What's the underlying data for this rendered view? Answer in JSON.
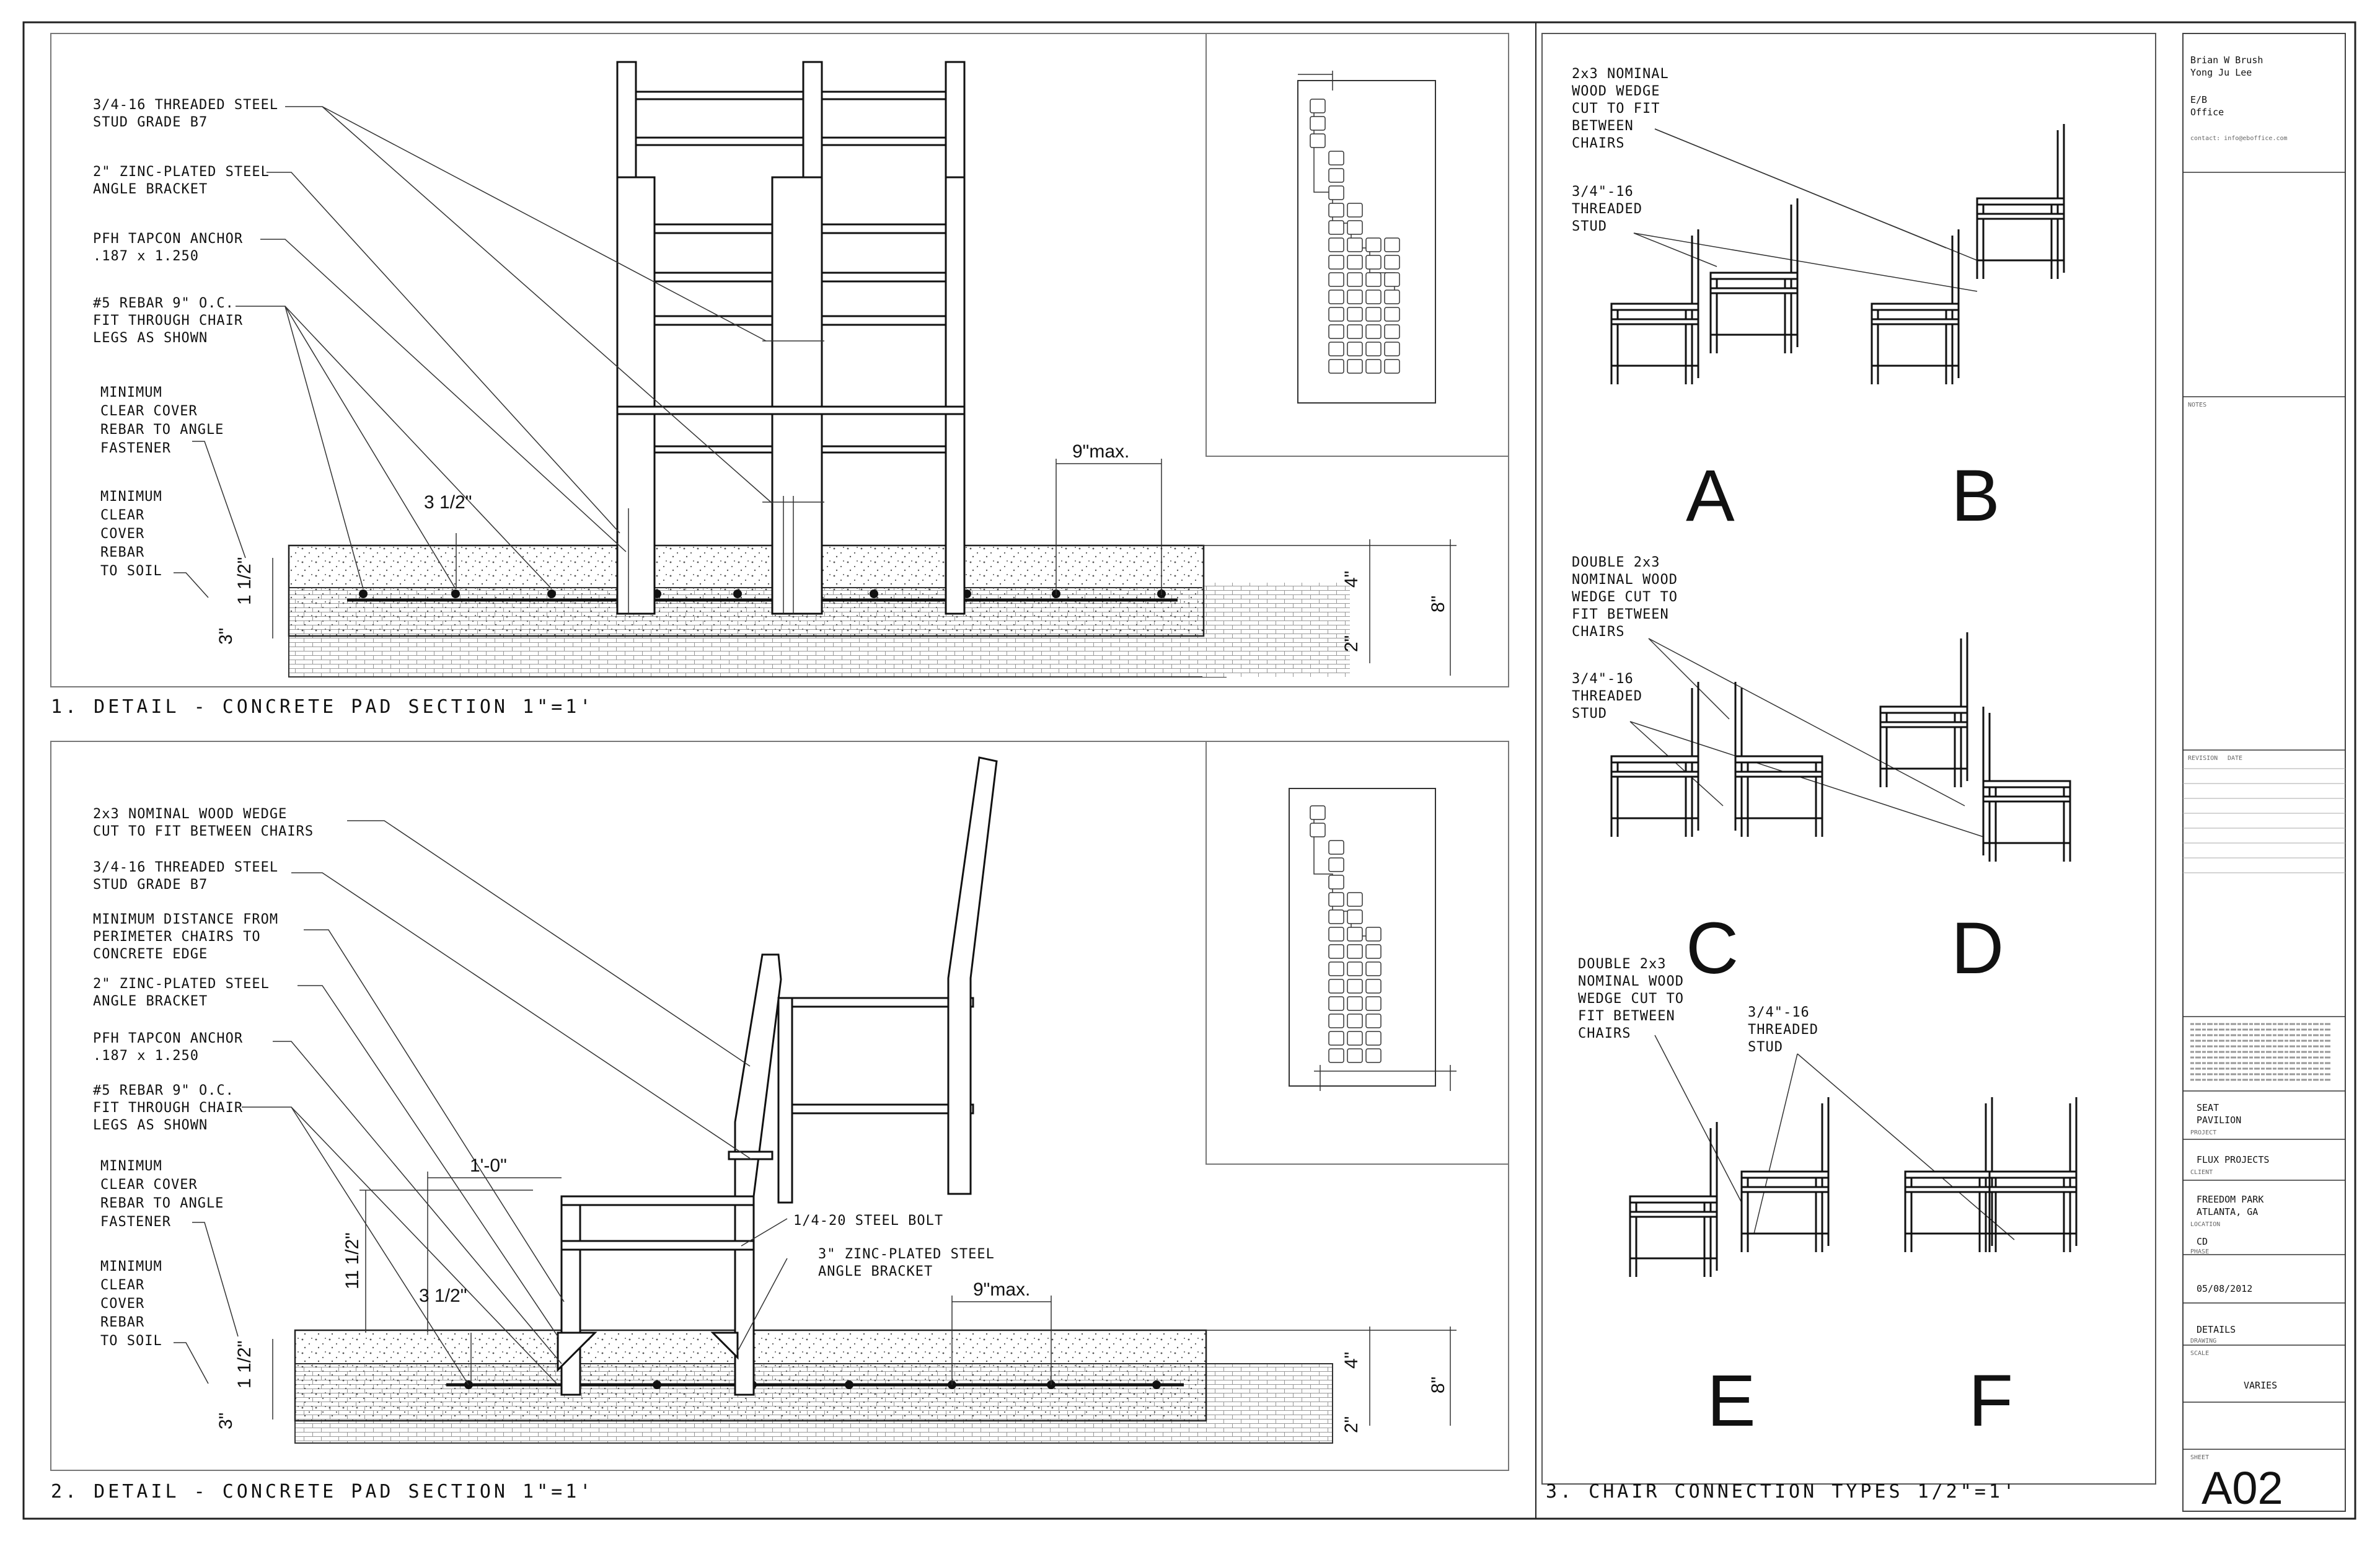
{
  "sheet": {
    "number": "A02",
    "scale_value": "VARIES"
  },
  "title_block": {
    "authors": [
      "Brian W Brush",
      "Yong Ju Lee"
    ],
    "office": [
      "E/B",
      "Office"
    ],
    "contact": "contact: info@eboffice.com",
    "notes_label": "NOTES",
    "revision_label": "REVISION",
    "date_label": "DATE",
    "project": [
      "SEAT",
      "PAVILION"
    ],
    "project_caption": "PROJECT",
    "client": "FLUX PROJECTS",
    "client_caption": "CLIENT",
    "location": [
      "FREEDOM PARK",
      "ATLANTA, GA"
    ],
    "location_caption": "LOCATION",
    "phase": "CD",
    "phase_caption": "PHASE",
    "date": "05/08/2012",
    "drawing_title": "DETAILS",
    "drawing_caption": "DRAWING",
    "scale_caption": "SCALE",
    "sheet_caption": "SHEET"
  },
  "detail1": {
    "title": "1. DETAIL - CONCRETE PAD SECTION 1\"=1'",
    "callouts": [
      [
        "3/4-16 THREADED STEEL",
        "STUD GRADE B7"
      ],
      [
        "2\" ZINC-PLATED STEEL",
        "ANGLE BRACKET"
      ],
      [
        "PFH TAPCON ANCHOR",
        ".187 x 1.250"
      ],
      [
        "#5 REBAR 9\" O.C.",
        "FIT THROUGH CHAIR",
        "LEGS AS SHOWN"
      ],
      [
        "MINIMUM",
        "CLEAR COVER",
        "REBAR TO ANGLE",
        "FASTENER"
      ],
      [
        "MINIMUM",
        "CLEAR",
        "COVER",
        "REBAR",
        "TO SOIL"
      ]
    ],
    "dims": {
      "spacing": "9\"max.",
      "top": "4\"",
      "total": "8\"",
      "bottom": "2\"",
      "edge": "3\"",
      "cover": "1 1/2\"",
      "rebar": "3 1/2\""
    }
  },
  "detail2": {
    "title": "2. DETAIL - CONCRETE PAD SECTION 1\"=1'",
    "callouts": [
      [
        "2x3 NOMINAL WOOD WEDGE",
        "CUT TO FIT BETWEEN CHAIRS"
      ],
      [
        "3/4-16 THREADED STEEL",
        "STUD GRADE B7"
      ],
      [
        "MINIMUM DISTANCE FROM",
        "PERIMETER CHAIRS TO",
        "CONCRETE EDGE"
      ],
      [
        "2\" ZINC-PLATED STEEL",
        "ANGLE BRACKET"
      ],
      [
        "PFH TAPCON ANCHOR",
        ".187 x 1.250"
      ],
      [
        "#5 REBAR 9\" O.C.",
        "FIT THROUGH CHAIR",
        "LEGS AS SHOWN"
      ],
      [
        "MINIMUM",
        "CLEAR COVER",
        "REBAR TO ANGLE",
        "FASTENER"
      ],
      [
        "MINIMUM",
        "CLEAR",
        "COVER",
        "REBAR",
        "TO SOIL"
      ]
    ],
    "bolt": "1/4-20 STEEL BOLT",
    "bracket": [
      "3\" ZINC-PLATED STEEL",
      "ANGLE BRACKET"
    ],
    "dims": {
      "offset": "1'-0\"",
      "height": "11 1/2\"",
      "rebar": "3 1/2\"",
      "spacing": "9\"max.",
      "top": "4\"",
      "total": "8\"",
      "bottom": "2\"",
      "edge": "3\"",
      "cover": "1 1/2\""
    }
  },
  "detail3": {
    "title": "3. CHAIR CONNECTION TYPES 1/2\"=1'",
    "note_ab": [
      "2x3 NOMINAL",
      "WOOD WEDGE",
      "CUT TO FIT",
      "BETWEEN",
      "CHAIRS"
    ],
    "stud_ab": [
      "3/4\"-16",
      "THREADED",
      "STUD"
    ],
    "note_cd": [
      "DOUBLE 2x3",
      "NOMINAL WOOD",
      "WEDGE CUT TO",
      "FIT BETWEEN",
      "CHAIRS"
    ],
    "stud_cd": [
      "3/4\"-16",
      "THREADED",
      "STUD"
    ],
    "note_ef": [
      "DOUBLE 2x3",
      "NOMINAL WOOD",
      "WEDGE CUT TO",
      "FIT BETWEEN",
      "CHAIRS"
    ],
    "stud_ef": [
      "3/4\"-16",
      "THREADED",
      "STUD"
    ],
    "types": [
      "A",
      "B",
      "C",
      "D",
      "E",
      "F"
    ]
  }
}
